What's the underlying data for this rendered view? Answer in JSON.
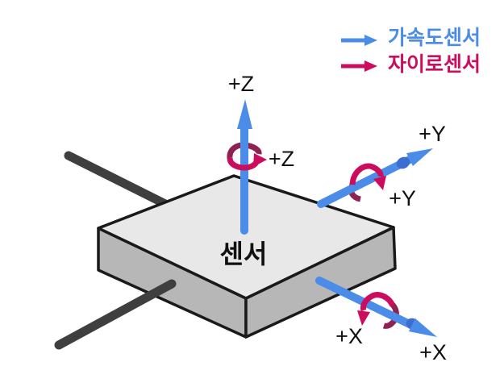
{
  "diagram": {
    "description": "3-axis sensor diagram showing accelerometer linear axes and gyroscope rotation axes"
  },
  "legend": {
    "accel": {
      "label": "가속도센서",
      "arrow_color": "#4a8ce8"
    },
    "gyro": {
      "label": "자이로센서",
      "arrow_color": "#cc0c5c"
    }
  },
  "sensor_box": {
    "label": "센서"
  },
  "axes": {
    "z": {
      "accel_label": "+Z",
      "gyro_label": "+Z"
    },
    "y": {
      "accel_label": "+Y",
      "gyro_label": "+Y"
    },
    "x": {
      "accel_label": "+X",
      "gyro_label": "+X"
    }
  },
  "colors": {
    "accel_arrow": "#4a8ce8",
    "accel_arrow_dark": "#3b6ed0",
    "gyro_arrow_bright": "#cc0c5c",
    "gyro_arrow_dark": "#8e2250",
    "box_top_face": "#e8e8e8",
    "box_side_face": "#b7b7b7",
    "box_outline": "#1a1a1a",
    "mounting_rod": "#3f3f3f",
    "label_text": "#111111",
    "background": "#ffffff"
  }
}
